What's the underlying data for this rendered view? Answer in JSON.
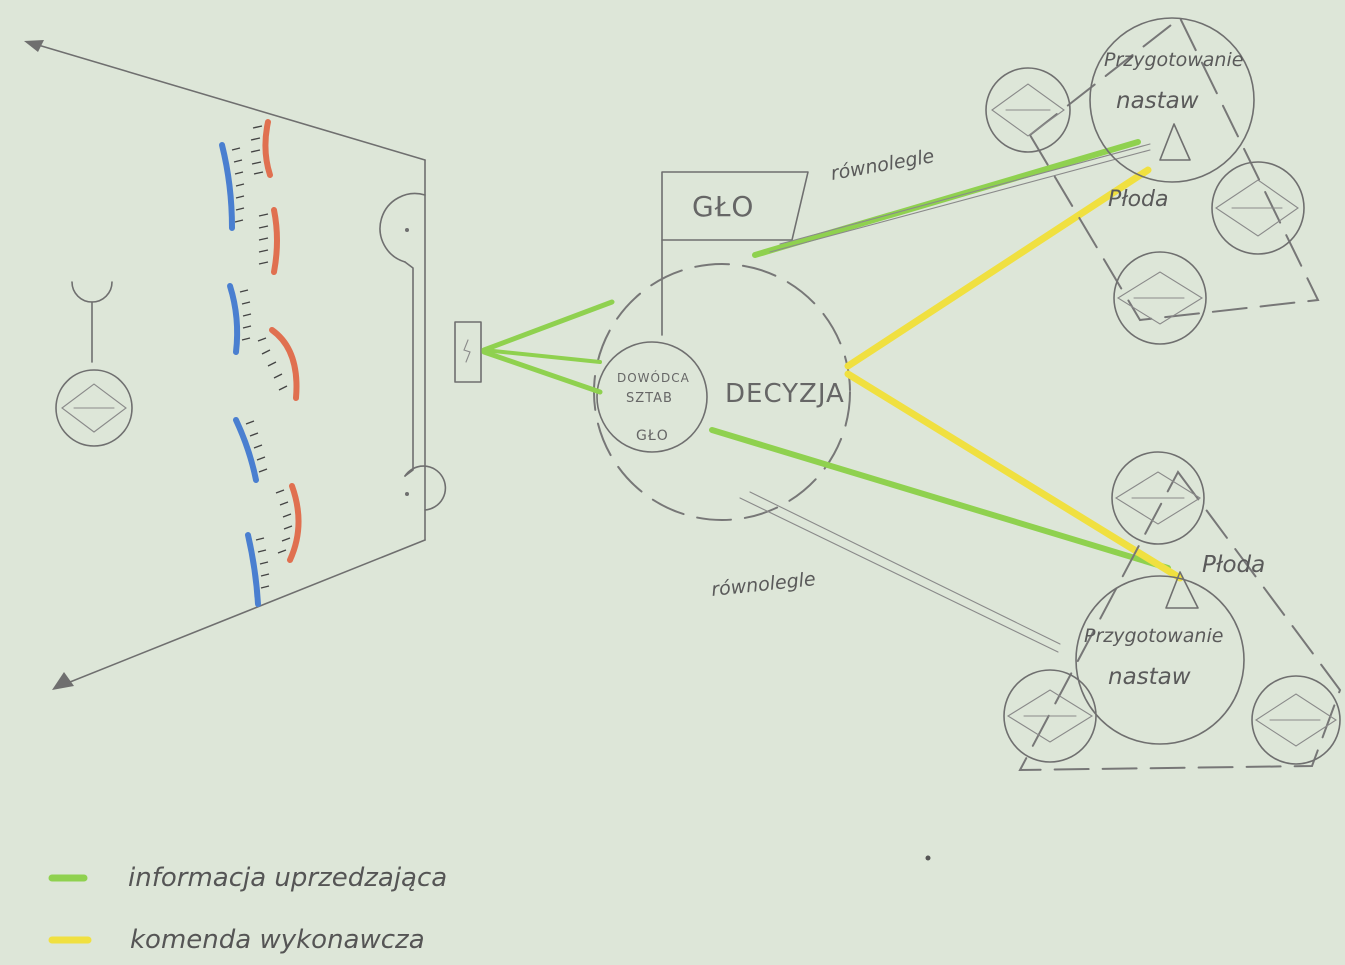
{
  "colors": {
    "paper": "#dde6d8",
    "pencil": "#6f6f6f",
    "information_line": "#8fd14f",
    "command_line": "#f0e040",
    "blue_unit": "#4a7fd0",
    "red_unit": "#e07050"
  },
  "labels": {
    "glo_box": "GŁO",
    "decision": "DECYZJA",
    "staff": [
      "DOWÓDCA",
      "SZTAB",
      "GŁO"
    ],
    "parallel_top": "równolegle",
    "parallel_bottom": "równolegle",
    "preparation_top": [
      "Przygotowanie",
      "nastaw"
    ],
    "preparation_bottom": [
      "Przygotowanie",
      "nastaw"
    ],
    "fire_top": "Płoda",
    "fire_bottom": "Płoda"
  },
  "legend": [
    {
      "color": "#8fd14f",
      "text": "informacja uprzedzająca"
    },
    {
      "color": "#f0e040",
      "text": "komenda wykonawcza"
    }
  ]
}
